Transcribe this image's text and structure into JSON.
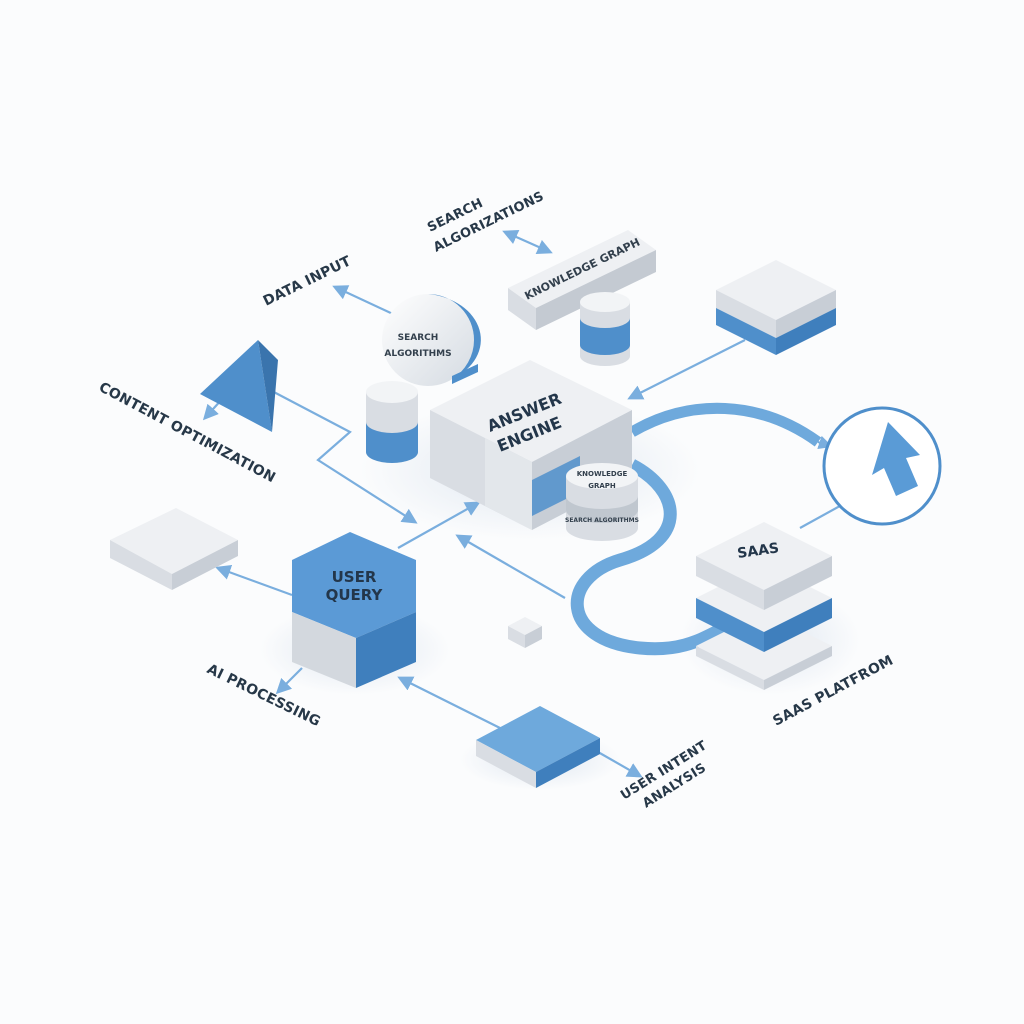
{
  "diagram": {
    "colors": {
      "accent_blue": "#4f8fcb",
      "light_blue": "#7aaede",
      "face_light": "#eef0f3",
      "face_mid": "#d9dde3",
      "face_dark": "#c4cad2",
      "text": "#273848"
    },
    "nodes": {
      "answer_engine": {
        "line1": "ANSWER",
        "line2": "ENGINE"
      },
      "user_query": {
        "line1": "USER",
        "line2": "QUERY"
      },
      "knowledge_graph_slab": {
        "label": "KNOWLEDGE GRAPH"
      },
      "search_sphere": {
        "line1": "SEARCH",
        "line2": "ALGORITHMS"
      },
      "small_cylinder": {
        "line1": "KNOWLEDGE",
        "line2": "GRAPH",
        "line3": "SEARCH ALGORITHMS"
      },
      "saas_stack": {
        "label": "SAAS"
      }
    },
    "labels": {
      "search_algorithms_line1": "SEARCH",
      "search_algorithms_line2": "ALGORIZATIONS",
      "data_input": "DATA INPUT",
      "content_optimization": "CONTENT OPTIMIZATION",
      "ai_processing": "AI PROCESSING",
      "user_intent_line1": "USER INTENT",
      "user_intent_line2": "ANALYSIS",
      "saas_platform": "SAAS PLATFROM"
    }
  }
}
